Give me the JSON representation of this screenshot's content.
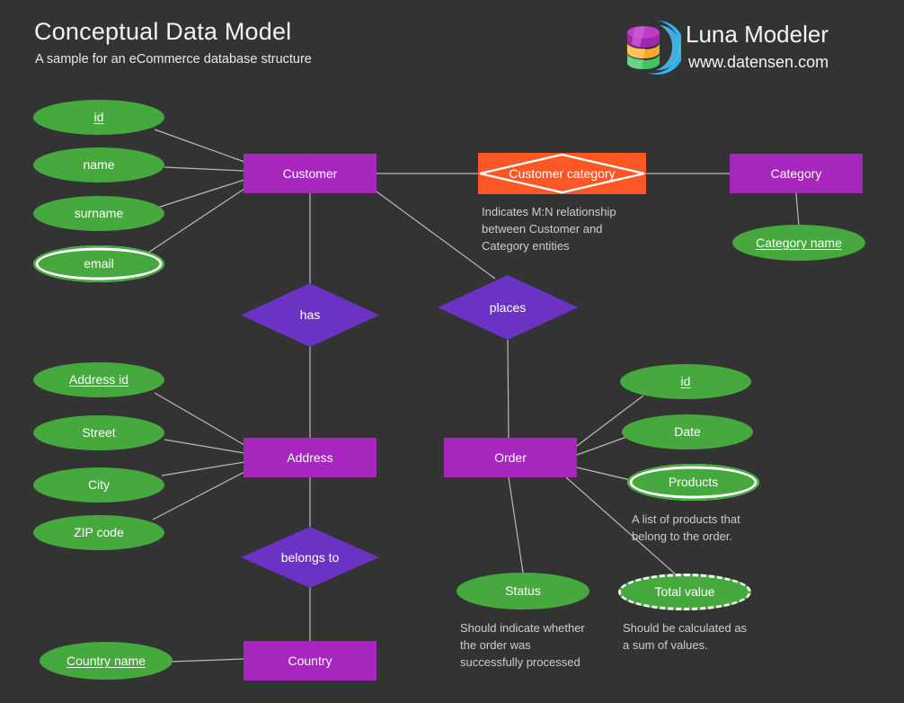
{
  "header": {
    "title": "Conceptual Data Model",
    "subtitle": "A sample for an eCommerce database structure",
    "brand_name": "Luna Modeler",
    "brand_url": "www.datensen.com"
  },
  "theme": {
    "background": "#333333",
    "entity_color": "#A726BE",
    "attribute_color": "#46A93E",
    "relationship_color": "#6A33C3",
    "associative_color": "#FC5725",
    "edge_color": "#b9b9b9",
    "text_color": "#ffffff",
    "note_color": "#c9ced6"
  },
  "nodes": {
    "customer": {
      "label": "Customer"
    },
    "customer_id": {
      "label": "id"
    },
    "customer_name": {
      "label": "name"
    },
    "customer_surname": {
      "label": "surname"
    },
    "customer_email": {
      "label": "email"
    },
    "customer_category": {
      "label": "Customer category"
    },
    "category": {
      "label": "Category"
    },
    "category_name": {
      "label": "Category name"
    },
    "has": {
      "label": "has"
    },
    "places": {
      "label": "places"
    },
    "address": {
      "label": "Address"
    },
    "address_id": {
      "label": "Address id"
    },
    "street": {
      "label": "Street"
    },
    "city": {
      "label": "City"
    },
    "zip_code": {
      "label": "ZIP code"
    },
    "belongs_to": {
      "label": "belongs to"
    },
    "country": {
      "label": "Country"
    },
    "country_name": {
      "label": "Country name"
    },
    "order": {
      "label": "Order"
    },
    "order_id": {
      "label": "id"
    },
    "order_date": {
      "label": "Date"
    },
    "order_products": {
      "label": "Products"
    },
    "order_status": {
      "label": "Status"
    },
    "order_total_value": {
      "label": "Total value"
    }
  },
  "notes": {
    "customer_category": "Indicates M:N relationship\nbetween Customer and\nCategory entities",
    "products": "A list of products that\nbelong to the order.",
    "status": "Should indicate whether\nthe order was\nsuccessfully processed",
    "total_value": "Should be calculated as\na sum of values."
  }
}
